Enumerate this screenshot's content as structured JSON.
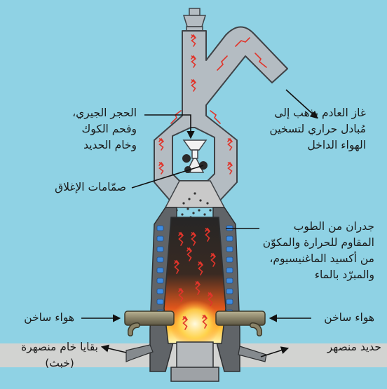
{
  "labels": {
    "exhaust_gas": [
      "غاز العادم يذهب إلى",
      "مُبادل حراري لتسخين",
      "الهواء الداخل"
    ],
    "charge": [
      "الحجر الجيري،",
      "وفحم الكوك",
      "وخام الحديد"
    ],
    "closing_valves": "صمّامات الإغلاق",
    "walls": [
      "جدران من الطوب",
      "المقاوم للحرارة والمكوّن",
      "من أكسيد الماغنيسيوم،",
      "والمبرّد بالماء"
    ],
    "hot_air_left": "هواء ساخن",
    "hot_air_right": "هواء ساخن",
    "slag": [
      "بقايا خام منصهرة",
      "(خبث)"
    ],
    "molten_iron": "حديد منصهر"
  },
  "colors": {
    "background": "#8fd2e4",
    "ground": "#d2d3d1",
    "duct": "#b4bcc2",
    "duct_outline": "#3f4347",
    "brick": "#606468",
    "pipe": "#857e66",
    "cooling": "#3d8be0",
    "flow_arrow": "#e0352b"
  }
}
